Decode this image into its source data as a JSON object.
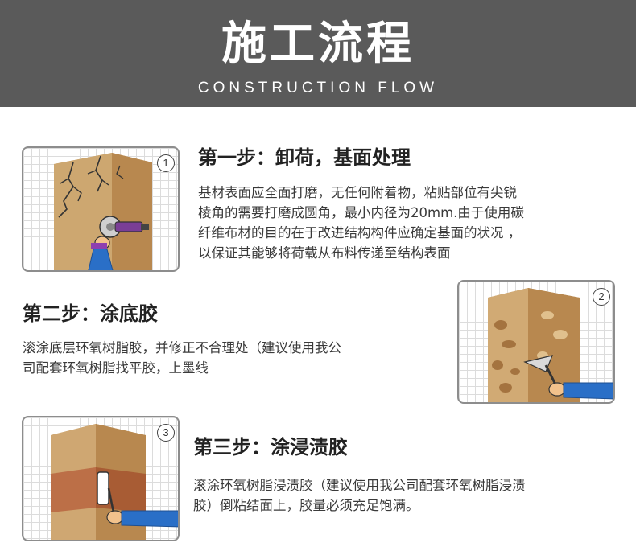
{
  "header": {
    "title": "施工流程",
    "subtitle": "CONSTRUCTION FLOW"
  },
  "steps": [
    {
      "number": "1",
      "title": "第一步：卸荷，基面处理",
      "lines": [
        "基材表面应全面打磨，无任何附着物，粘贴部位有尖锐",
        "棱角的需要打磨成圆角，最小内径为20mm.由于使用碳",
        "纤维布材的目的在于改进结构构件应确定基面的状况 ，",
        "以保证其能够将荷载从布料传递至结构表面"
      ]
    },
    {
      "number": "2",
      "title": "第二步：涂底胶",
      "lines": [
        "滚涂底层环氧树脂胶，并修正不合理处（建议使用我公",
        "司配套环氧树脂找平胶，上墨线"
      ]
    },
    {
      "number": "3",
      "title": "第三步：涂浸渍胶",
      "lines": [
        "滚涂环氧树脂浸渍胶（建议使用我公司配套环氧树脂浸渍",
        "胶）倒粘结面上，胶量必须充足饱满。"
      ]
    }
  ],
  "colors": {
    "banner": "#5a5a5a",
    "column_front": "#c9a06a",
    "column_side": "#b38350",
    "sleeve": "#2a6fc7"
  }
}
